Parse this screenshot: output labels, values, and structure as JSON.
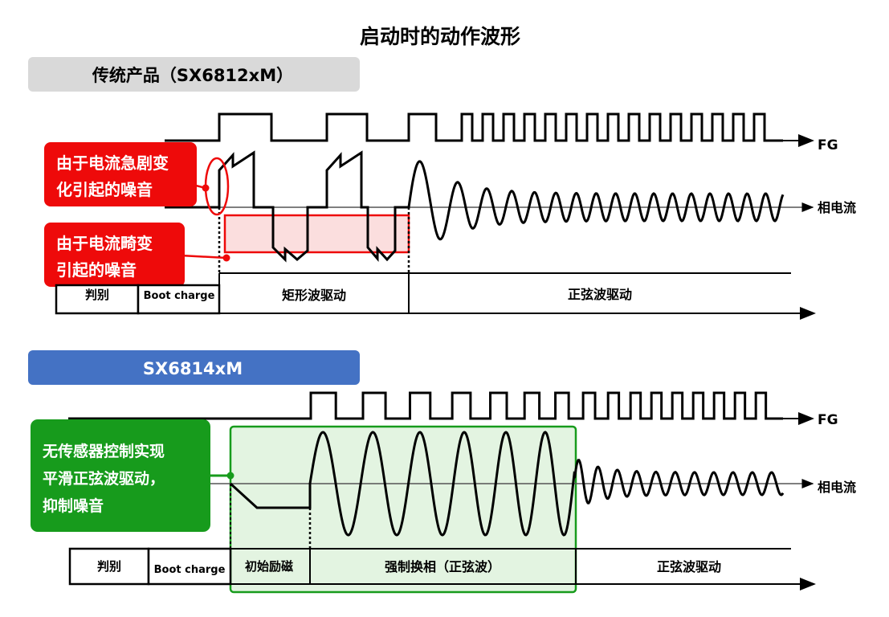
{
  "title": "启动时的动作波形",
  "conventional": {
    "header": "传统产品（SX6812xM）",
    "fg_label": "FG",
    "current_label": "相电流",
    "callout_sudden": [
      "由于电流急剧变",
      "化引起的噪音"
    ],
    "callout_distortion": [
      "由于电流畸变",
      "引起的噪音"
    ],
    "phases": [
      "判别",
      "Boot charge",
      "矩形波驱动",
      "正弦波驱动"
    ]
  },
  "new_product": {
    "header": "SX6814xM",
    "fg_label": "FG",
    "current_label": "相电流",
    "callout": [
      "无传感器控制实现",
      "平滑正弦波驱动，",
      "抑制噪音"
    ],
    "phases": [
      "判别",
      "Boot charge",
      "初始励磁",
      "强制换相（正弦波）",
      "正弦波驱动"
    ]
  },
  "colors": {
    "red": "#ee0a0a",
    "pink": "#fbdede",
    "green": "#179b1c",
    "light_green": "#e3f4e1",
    "blue": "#4472c4",
    "gray": "#d9d9d9"
  }
}
